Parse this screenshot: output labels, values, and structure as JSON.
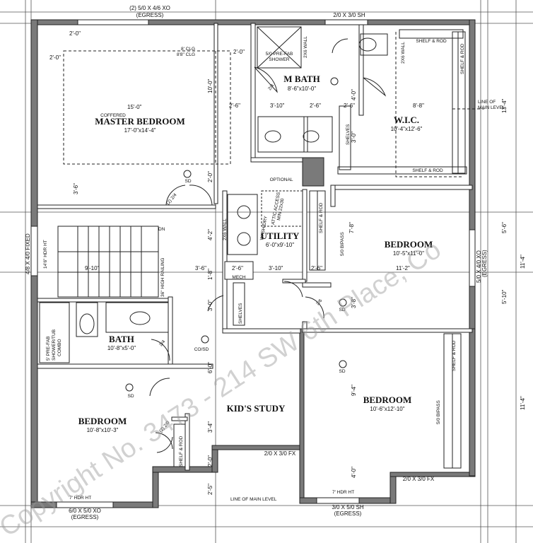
{
  "windows": {
    "top_left": "(2) 5/0 X 4/6 XO",
    "top_left_egress": "(EGRESS)",
    "top_right": "2/0 X 3/0 SH",
    "left_fixed": "4/8 X 4/0 FIXED",
    "right_egress": "5/0 X 4/0 XO",
    "right_egress_sub": "(EGRESS)",
    "bottom_left": "6/0 X 5/0 XO",
    "bottom_left_egress": "(EGRESS)",
    "bottom_right": "3/0 X 5/0 SH",
    "bottom_right_egress": "(EGRESS)",
    "study_fx": "2/0 X 3/0 FX",
    "right_fx": "2/0 X 3/0 FX"
  },
  "rooms": {
    "master_bedroom": {
      "name": "MASTER BEDROOM",
      "size": "17'-0\"x14'-4\"",
      "note": "COFFERED"
    },
    "m_bath": {
      "name": "M BATH",
      "size": "8'-6\"x10'-0\""
    },
    "wic": {
      "name": "W.I.C.",
      "size": "10'-4\"x12'-6\""
    },
    "utility": {
      "name": "UTILITY",
      "size": "6'-0\"x9'-10\""
    },
    "bedroom_right": {
      "name": "BEDROOM",
      "size": "10'-5\"x11'-0\""
    },
    "bath": {
      "name": "BATH",
      "size": "10'-8\"x5'-0\""
    },
    "bedroom_left": {
      "name": "BEDROOM",
      "size": "10'-8\"x10'-3\""
    },
    "kids_study": {
      "name": "KID'S STUDY"
    },
    "bedroom_lower_right": {
      "name": "BEDROOM",
      "size": "10'-6\"x12'-10\""
    }
  },
  "labels": {
    "clg_8": "8' CLG",
    "clg_88": "8'8\" CLG",
    "shower": "5/0 PRE-FAB",
    "shower2": "SHOWER",
    "wall_2x6": "2X6 WALL",
    "shelf_rod": "SHELF & ROD",
    "shelves": "SHELVES",
    "line_main_level": "LINE OF",
    "line_main_level2": "MAIN LEVEL",
    "line_main_level_bottom": "LINE OF MAIN LEVEL",
    "optional": "OPTIONAL",
    "wash_dry": "WASH/DRY",
    "attic": "ATTIC ACCESS",
    "attic_size": "MIN 22x30",
    "mech": "MECH",
    "dn": "DN",
    "hdr_ht_1": "14'6\" HDR HT",
    "hdr_ht_2": "7' HDR HT",
    "hdr_ht_3": "7' HDR HT",
    "high_railing": "36\" HIGH RAILING",
    "bipass_1": "5/0 BIPASS",
    "bipass_2": "5/0 BIPASS",
    "tub_1": "5' PRE-FAB",
    "tub_2": "SHOWER/TUB",
    "tub_3": "COMBO",
    "cosd": "CO/SD",
    "sd": "SD",
    "door_2_2": "(2) 2/4",
    "door_2_2_0": "(2) 2/0",
    "door_24": "2/4",
    "door_26": "2/6",
    "door_24b": "2/4"
  },
  "dims": {
    "d1": "2'-0\"",
    "d2": "2'-0\"",
    "d3": "15'-0\"",
    "d4": "10'-0\"",
    "d5": "2'-0\"",
    "d6": "2'-6\"",
    "d7": "3'-10\"",
    "d8": "2'-6\"",
    "d9": "2'-6\"",
    "d10": "4'-0\"",
    "d11": "8'-8\"",
    "d12": "3'-0\"",
    "d13": "13'-4\"",
    "d14": "3'-6\"",
    "d15": "2'-0\"",
    "d16": "4'-2\"",
    "d17": "9'-10\"",
    "d18": "3'-6\"",
    "d19": "1'-8\"",
    "d20": "2'-6\"",
    "d21": "3'-10\"",
    "d22": "7'-8\"",
    "d23": "2'-6\"",
    "d24": "11'-2\"",
    "d25": "5'-6\"",
    "d26": "11'-4\"",
    "d27": "5'-10\"",
    "d28": "3'-8\"",
    "d29": "3'-0\"",
    "d30": "6'-0\"",
    "d31": "9'-4\"",
    "d32": "11'-4\"",
    "d33": "3'-4\"",
    "d34": "2'-0\"",
    "d35": "4'-0\"",
    "d36": "2'-5\"",
    "d37": "8'-6\"x10'-0\""
  },
  "watermark": "Copyright No. 3473 - 214 SW 6th Place, Co"
}
